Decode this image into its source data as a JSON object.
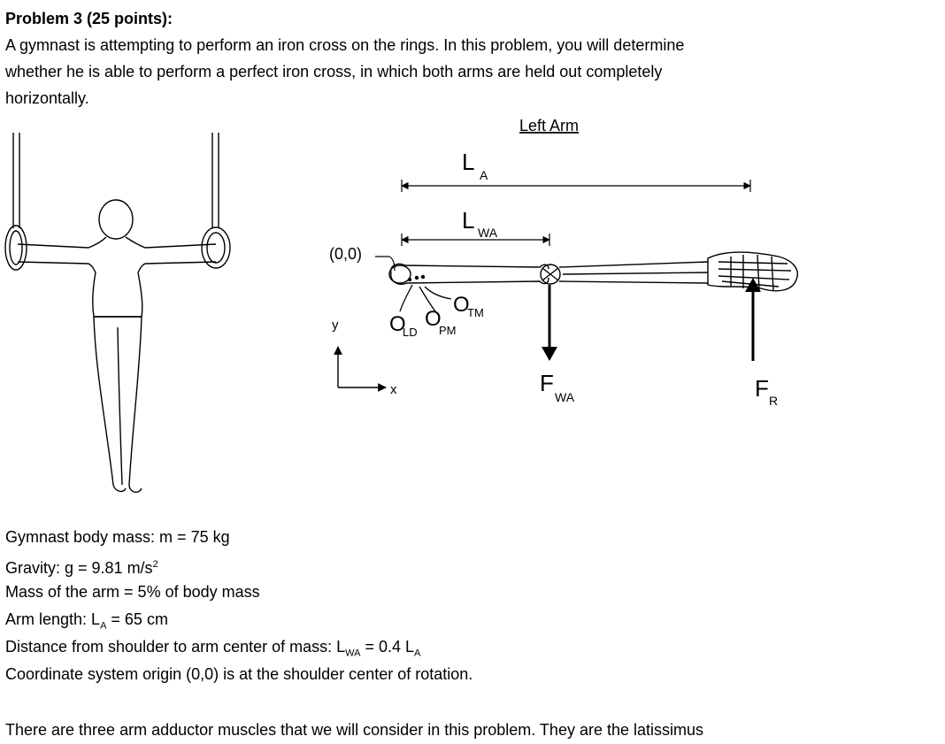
{
  "problem": {
    "title": "Problem 3 (25 points):",
    "intro_lines": [
      "A gymnast is attempting to perform an iron cross on the rings. In this problem, you will determine",
      "whether he is able to perform a perfect iron cross, in which both arms are held out completely",
      "horizontally."
    ]
  },
  "figure": {
    "panel_title": "Left Arm",
    "origin_label": "(0,0)",
    "axis_y": "y",
    "axis_x": "x",
    "length_LA": {
      "main": "L",
      "sub": "A"
    },
    "length_LWA": {
      "main": "L",
      "sub": "WA"
    },
    "muscle_LD": {
      "main": "O",
      "sub": "LD"
    },
    "muscle_PM": {
      "main": "O",
      "sub": "PM"
    },
    "muscle_TM": {
      "main": "O",
      "sub": "TM"
    },
    "force_FWA": {
      "main": "F",
      "sub": "WA"
    },
    "force_FR": {
      "main": "F",
      "sub": "R"
    }
  },
  "givens": {
    "mass_text": "Gymnast body mass:  m = 75 kg",
    "gravity_text": "Gravity: g = 9.81 m/s",
    "gravity_sup": "2",
    "arm_mass_text": "Mass of the arm = 5% of body mass",
    "arm_length_pre": "Arm length: L",
    "arm_length_sub": "A",
    "arm_length_post": " = 65 cm",
    "com_pre": "Distance from shoulder to arm center of mass: L",
    "com_sub1": "WA",
    "com_mid": " = 0.4 L",
    "com_sub2": "A",
    "origin_text": "Coordinate system origin (0,0) is at the shoulder center of rotation."
  },
  "continuation": "There are three arm adductor muscles that we will consider in this problem. They are the latissimus"
}
